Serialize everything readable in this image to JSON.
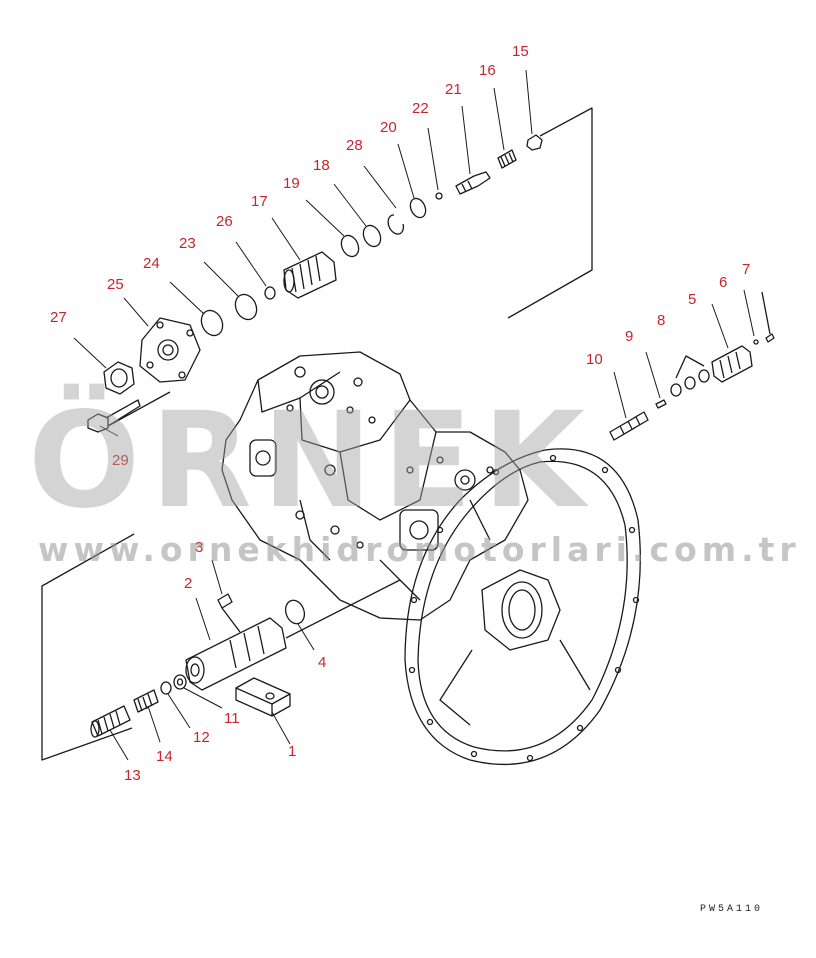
{
  "callouts": [
    "1",
    "2",
    "3",
    "4",
    "5",
    "6",
    "7",
    "8",
    "9",
    "10",
    "11",
    "12",
    "13",
    "14",
    "15",
    "16",
    "17",
    "18",
    "19",
    "20",
    "21",
    "22",
    "23",
    "24",
    "25",
    "26",
    "27",
    "28",
    "29"
  ],
  "watermark": {
    "brand": "ÖRNEK",
    "url": "www.ornekhidromotorlari.com.tr"
  },
  "drawing_code": "PW5A110",
  "colors": {
    "callout": "#c8252b",
    "line": "#1a1a1a",
    "watermark": "#a0a0a0"
  }
}
